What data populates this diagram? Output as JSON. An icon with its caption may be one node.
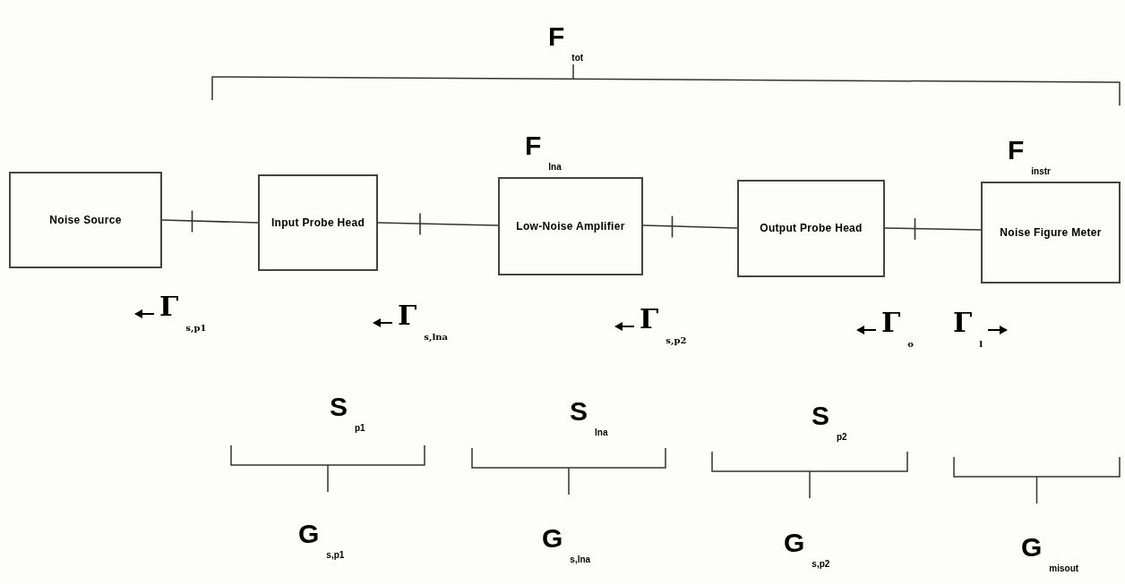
{
  "diagram": {
    "nodes": [
      {
        "text": [
          "Noise Source"
        ]
      },
      {
        "text": [
          "Input Probe Head"
        ]
      },
      {
        "text": [
          "Low-Noise Amplifier"
        ],
        "beside": [
          "F$_{lna}$"
        ]
      },
      {
        "text": [
          "Output Probe Head"
        ]
      },
      {
        "text": [
          "Noise Figure Meter"
        ],
        "beside": [
          "F$_{instr}$"
        ]
      }
    ],
    "edges": [
      {
        "from": 0,
        "to": 1,
        "arrow": "none"
      },
      {
        "from": 1,
        "to": 2,
        "arrow": "none"
      },
      {
        "from": 2,
        "to": 3,
        "arrow": "none"
      },
      {
        "from": 3,
        "to": 4,
        "arrow": "none"
      }
    ],
    "labels": [
      "F$_{tot}$",
      "Γ$_{s,p1}$",
      "Γ$_{s,lna}$",
      "Γ$_{s,p2}$",
      "Γ$_{o}$",
      "Γ$_{l}$",
      "S$_{p1}$",
      "S$_{lna}$",
      "S$_{p2}$",
      "G$_{s,p1}$",
      "G$_{s,lna}$",
      "G$_{s,p2}$",
      "G$_{misout}$"
    ]
  }
}
